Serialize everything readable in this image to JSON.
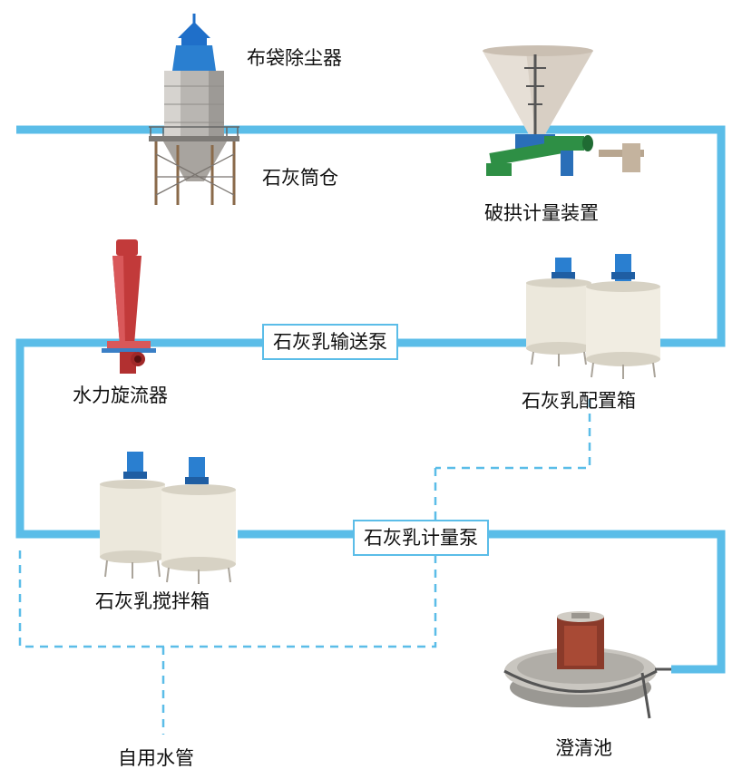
{
  "equipment": {
    "bag_filter": "布袋除尘器",
    "lime_silo": "石灰筒仓",
    "arch_breaker": "破拱计量装置",
    "hydrocyclone": "水力旋流器",
    "milk_prep_tank": "石灰乳配置箱",
    "milk_stir_tank": "石灰乳搅拌箱",
    "clarifier": "澄清池",
    "water_pipe": "自用水管"
  },
  "pumps": {
    "transfer_pump": "石灰乳输送泵",
    "metering_pump": "石灰乳计量泵"
  },
  "colors": {
    "pipe_solid": "#5bbde8",
    "pipe_dashed": "#5bbde8",
    "tank_body": "#ece8dc",
    "motor_blue": "#2a7fd0",
    "cyclone_red": "#c23a3a",
    "silo_blue": "#1f6fc9",
    "hopper": "#d8cfc4",
    "conveyor_green": "#2e8f45"
  }
}
